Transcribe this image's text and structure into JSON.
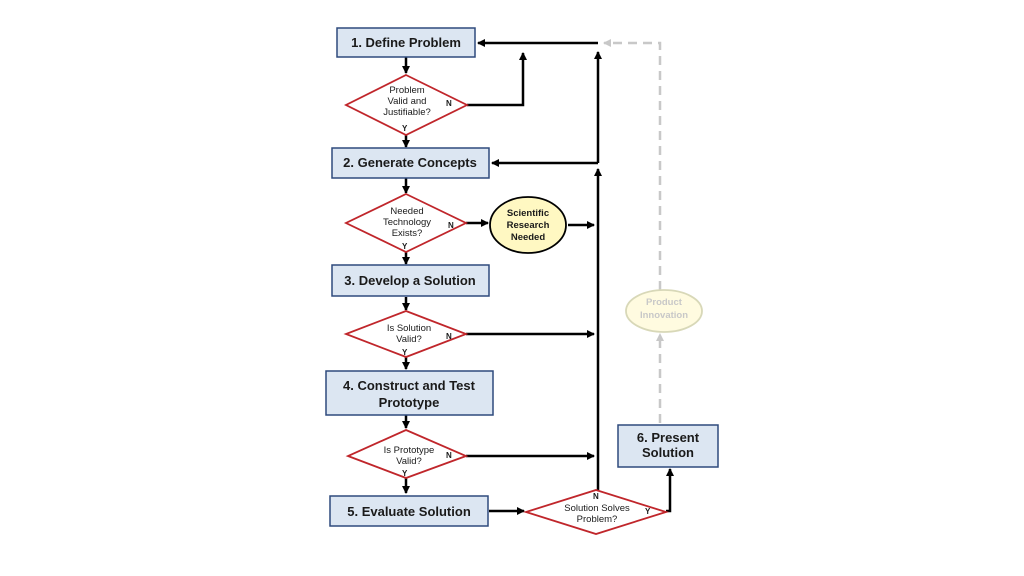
{
  "colors": {
    "box_fill": "#dce6f2",
    "box_stroke": "#2e4a7d",
    "diamond_stroke": "#c0262b",
    "oval_fill": "#fff8c2",
    "faded": "#c8c8c8",
    "arrow": "#000000"
  },
  "boxes": {
    "define": "1. Define Problem",
    "generate": "2. Generate Concepts",
    "develop": "3. Develop a Solution",
    "construct_l1": "4. Construct and Test",
    "construct_l2": "Prototype",
    "evaluate": "5.  Evaluate Solution",
    "present_l1": "6.  Present",
    "present_l2": "Solution"
  },
  "decisions": {
    "d1": [
      "Problem",
      "Valid and",
      "Justifiable?"
    ],
    "d2": [
      "Needed",
      "Technology",
      "Exists?"
    ],
    "d3": [
      "Is Solution",
      "Valid?"
    ],
    "d4": [
      "Is Prototype",
      "Valid?"
    ],
    "d5": [
      "Solution Solves",
      "Problem?"
    ]
  },
  "branch_labels": {
    "yes": "Y",
    "no": "N"
  },
  "ovals": {
    "research": [
      "Scientific",
      "Research",
      "Needed"
    ],
    "innovation": [
      "Product",
      "Innovation"
    ]
  }
}
